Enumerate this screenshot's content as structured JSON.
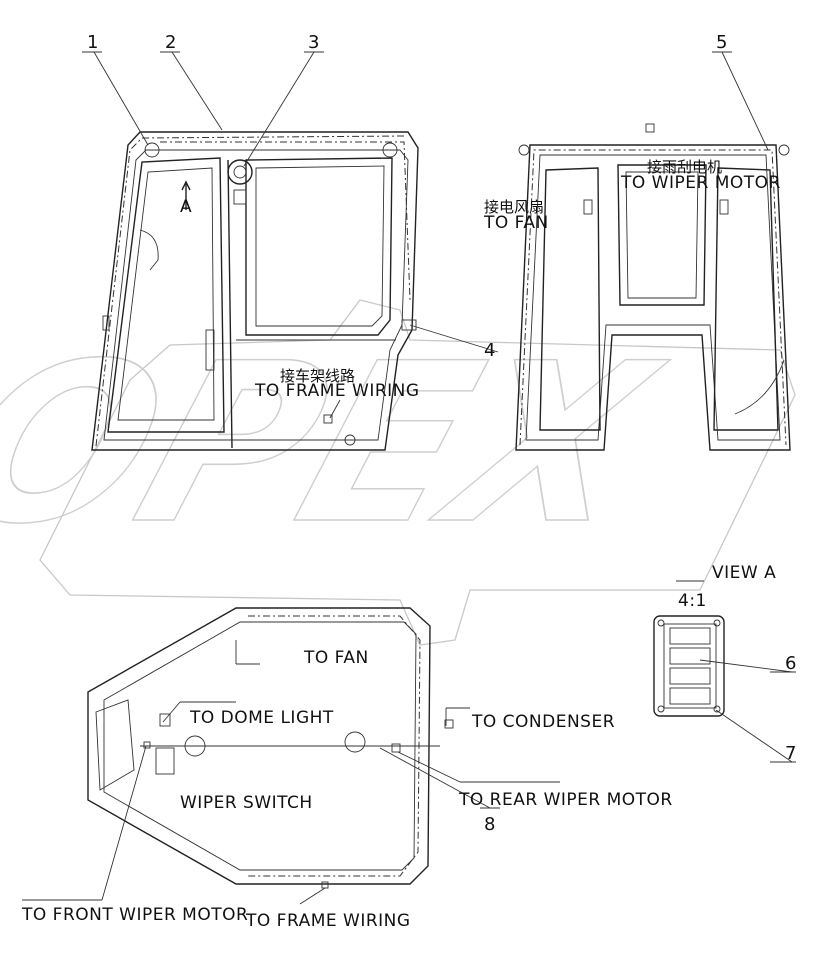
{
  "watermark": "OPEX",
  "item_numbers": [
    "1",
    "2",
    "3",
    "4",
    "5",
    "6",
    "7",
    "8"
  ],
  "marker_a": "A",
  "view_a": {
    "title": "VIEW A",
    "scale": "4:1"
  },
  "labels": {
    "to_frame_wiring_cn": "接车架线路",
    "to_frame_wiring_top": "TO FRAME WIRING",
    "to_wiper_motor_cn": "接雨刮电机",
    "to_wiper_motor": "TO WIPER MOTOR",
    "to_fan_cn": "接电风扇",
    "to_fan_rear": "TO FAN",
    "to_fan_plan": "TO FAN",
    "to_dome_light": "TO DOME LIGHT",
    "to_condenser": "TO CONDENSER",
    "wiper_switch": "WIPER SWITCH",
    "to_rear_wiper_motor": "TO REAR WIPER MOTOR",
    "to_front_wiper_motor": "TO FRONT WIPER MOTOR",
    "to_frame_wiring_bottom": "TO FRAME WIRING"
  }
}
